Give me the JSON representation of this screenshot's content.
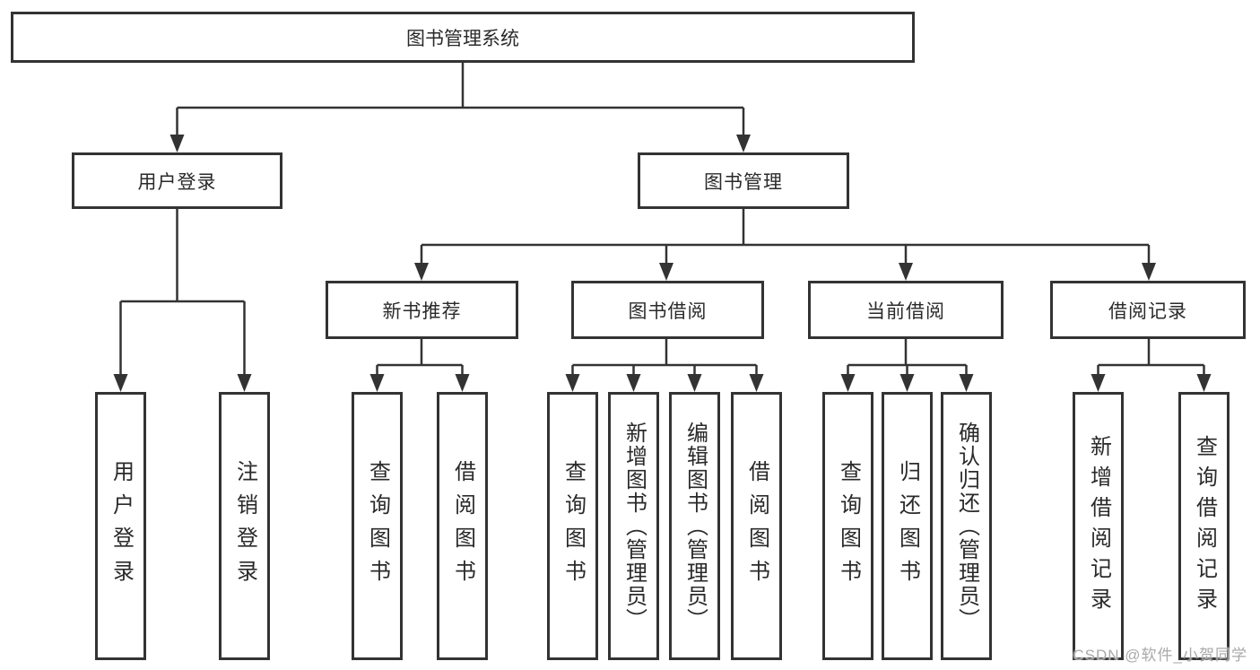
{
  "diagram": {
    "root": "图书管理系统",
    "branches": [
      {
        "label": "用户登录",
        "children": [
          "用户登录",
          "注销登录"
        ]
      },
      {
        "label": "图书管理",
        "children": [
          {
            "label": "新书推荐",
            "children": [
              "查询图书",
              "借阅图书"
            ]
          },
          {
            "label": "图书借阅",
            "children": [
              "查询图书",
              "新增图书（管理员）",
              "编辑图书（管理员）",
              "借阅图书"
            ]
          },
          {
            "label": "当前借阅",
            "children": [
              "查询图书",
              "归还图书",
              "确认归还（管理员）"
            ]
          },
          {
            "label": "借阅记录",
            "children": [
              "新增借阅记录",
              "查询借阅记录"
            ]
          }
        ]
      }
    ]
  },
  "watermark": "CSDN @软件_小贺同学",
  "colors": {
    "line": "#333333",
    "border": "#333333",
    "text": "#2a2a2a",
    "background": "#ffffff",
    "watermark": "#a9a9a9"
  }
}
